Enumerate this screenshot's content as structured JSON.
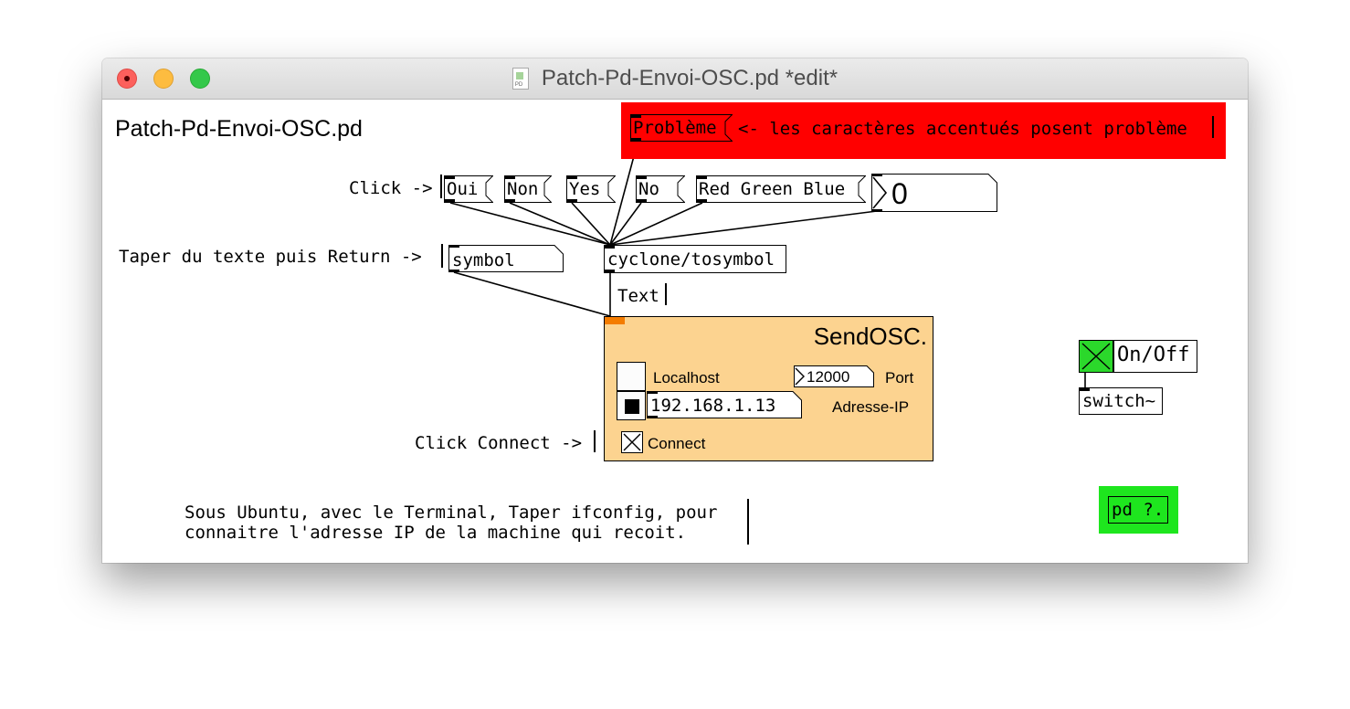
{
  "window": {
    "title": "Patch-Pd-Envoi-OSC.pd *edit*"
  },
  "canvas": {
    "patch_name": "Patch-Pd-Envoi-OSC.pd",
    "probleme_msg": "Problème",
    "probleme_comment": "<- les caractères accentués posent problème",
    "click_label": "Click ->",
    "msg_oui": "Oui",
    "msg_non": "Non",
    "msg_yes": "Yes",
    "msg_no": "No",
    "msg_rgb": "Red Green Blue",
    "number_value": "0",
    "taper_label": "Taper du texte puis Return ->",
    "symbol_box": "symbol",
    "tosymbol_box": "cyclone/tosymbol",
    "text_comment": "Text",
    "click_connect_label": "Click Connect ->",
    "ubuntu_line1": "Sous Ubuntu, avec le Terminal, Taper ifconfig, pour",
    "ubuntu_line2": "connaitre l'adresse IP de la machine qui recoit.",
    "onoff_label": "On/Off",
    "switch_box": "switch~",
    "pd_box": "pd ?."
  },
  "sendosc": {
    "title": "SendOSC.",
    "localhost_label": "Localhost",
    "port_value": "12000",
    "port_label": "Port",
    "ip_value": "192.168.1.13",
    "ip_label": "Adresse-IP",
    "connect_label": "Connect"
  },
  "colors": {
    "red_comment_bg": "#ff0000",
    "gop_bg": "#fcd390",
    "gop_inlet": "#f47c00",
    "green_toggle": "#2bd82b",
    "green_pd": "#1ee61e"
  }
}
